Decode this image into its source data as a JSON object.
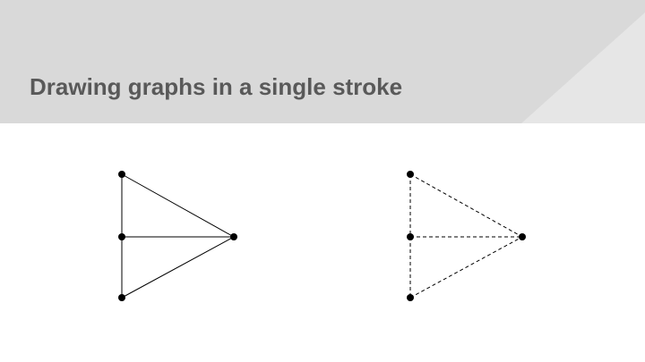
{
  "slide": {
    "title": "Drawing graphs in a single stroke"
  },
  "diagram": {
    "colors": {
      "header_background": "#d9d9d9",
      "header_accent": "#e6e6e6",
      "title_text": "#595959",
      "edge": "#000000",
      "vertex": "#000000"
    },
    "graphs": [
      {
        "name": "solid-graph",
        "edge_style": "solid",
        "vertices": [
          "top",
          "middle",
          "bottom",
          "right"
        ],
        "edges": [
          [
            "top",
            "middle"
          ],
          [
            "middle",
            "bottom"
          ],
          [
            "top",
            "right"
          ],
          [
            "middle",
            "right"
          ],
          [
            "bottom",
            "right"
          ]
        ]
      },
      {
        "name": "dashed-graph",
        "edge_style": "dashed",
        "vertices": [
          "top",
          "middle",
          "bottom",
          "right"
        ],
        "edges": [
          [
            "top",
            "middle"
          ],
          [
            "middle",
            "bottom"
          ],
          [
            "top",
            "right"
          ],
          [
            "middle",
            "right"
          ],
          [
            "bottom",
            "right"
          ]
        ]
      }
    ]
  }
}
